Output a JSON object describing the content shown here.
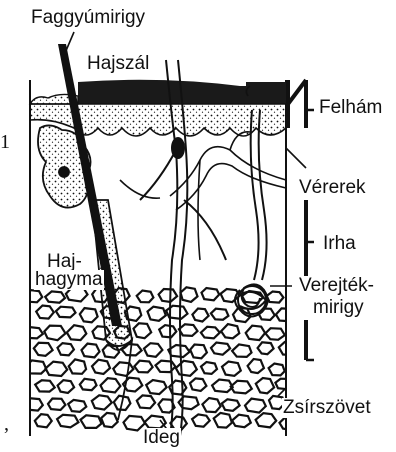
{
  "diagram": {
    "labels": {
      "sebaceous_gland": "Faggyúmirigy",
      "hair_shaft": "Hajszál",
      "epidermis": "Felhám",
      "blood_vessels": "Vérerek",
      "dermis": "Irha",
      "hair_follicle_line1": "Haj-",
      "hair_follicle_line2": "hagyma",
      "sweat_gland_line1": "Verejték-",
      "sweat_gland_line2": "mirigy",
      "adipose_tissue": "Zsírszövet",
      "nerve": "Ideg"
    },
    "edge_fragments": {
      "top_left": "1",
      "bottom_left": ","
    },
    "colors": {
      "ink": "#111111",
      "epidermis_fill": "#1a1a1a",
      "paper": "#ffffff"
    }
  }
}
